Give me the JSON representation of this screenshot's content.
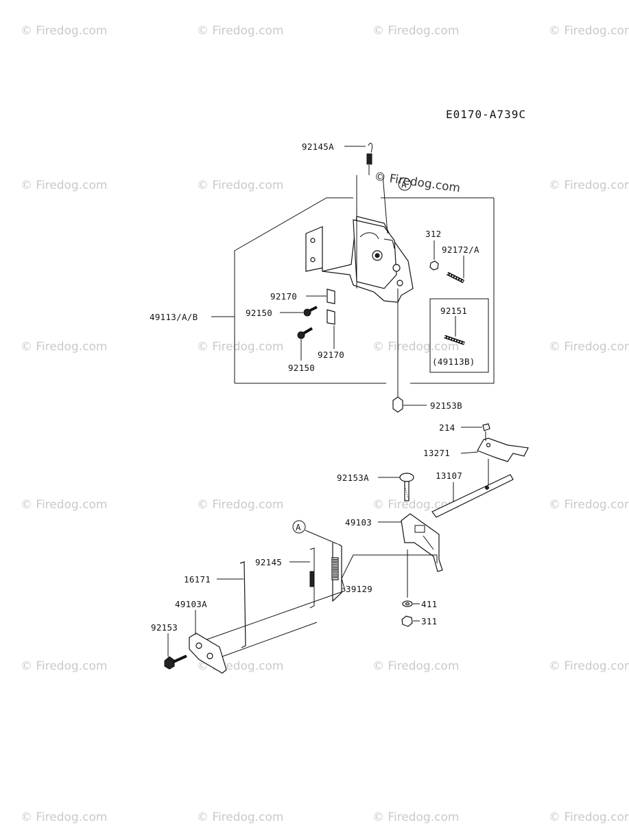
{
  "diagram": {
    "code": "E0170-A739C",
    "watermark": "© Firedog.com",
    "callout": "A",
    "labels": {
      "p92145A": "92145A",
      "p312": "312",
      "p92172A": "92172/A",
      "p92170a": "92170",
      "p92150a": "92150",
      "p49113AB": "49113/A/B",
      "p92150b": "92150",
      "p92170b": "92170",
      "p92151": "92151",
      "p49113B": "(49113B)",
      "p92153B": "92153B",
      "p214": "214",
      "p13271": "13271",
      "p92153A": "92153A",
      "p13107": "13107",
      "p49103": "49103",
      "p92145": "92145",
      "p16171": "16171",
      "p39129": "39129",
      "p49103A": "49103A",
      "p411": "411",
      "p311": "311",
      "p92153": "92153"
    }
  }
}
